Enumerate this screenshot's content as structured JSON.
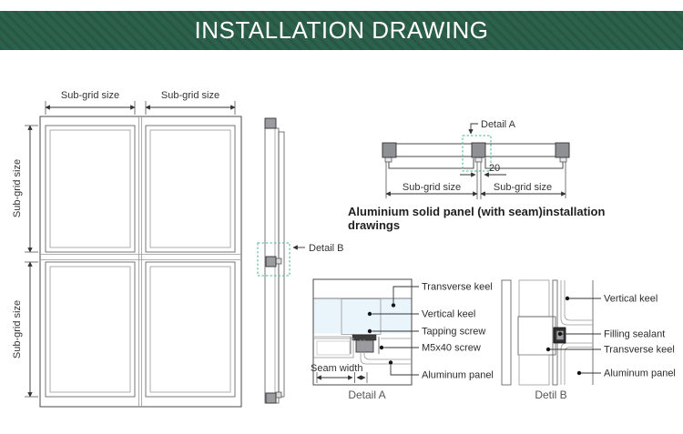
{
  "banner": {
    "title": "INSTALLATION DRAWING"
  },
  "front_view": {
    "dim_top_left": "Sub-grid size",
    "dim_top_right": "Sub-grid size",
    "dim_left_upper": "Sub-grid size",
    "dim_left_lower": "Sub-grid size"
  },
  "side_view": {
    "callout": "Detail B"
  },
  "section_view": {
    "callout": "Detail A",
    "seam_dim": "20",
    "dim_left": "Sub-grid size",
    "dim_right": "Sub-grid size",
    "caption": "Aluminium solid panel (with seam)installation drawings"
  },
  "detail_a": {
    "labels": {
      "transverse_keel": "Transverse keel",
      "vertical_keel": "Vertical keel",
      "tapping_screw": "Tapping screw",
      "m5x40_screw": "M5x40 screw",
      "aluminum_panel": "Aluminum panel"
    },
    "seam_label": "Seam width",
    "caption": "Detail A"
  },
  "detail_b": {
    "labels": {
      "vertical_keel": "Vertical keel",
      "filling_sealant": "Filling sealant",
      "transverse_keel": "Transverse keel",
      "aluminum_panel": "Aluminum panel"
    },
    "caption": "Detil B"
  },
  "colors": {
    "banner_green": "#2c614b",
    "panel_blue": "#e9f4fb",
    "frame_gray": "#b2b2b2",
    "block_gray": "#8e9094",
    "detail_teal": "#4fb596",
    "line_dark": "#4a4a4a"
  }
}
